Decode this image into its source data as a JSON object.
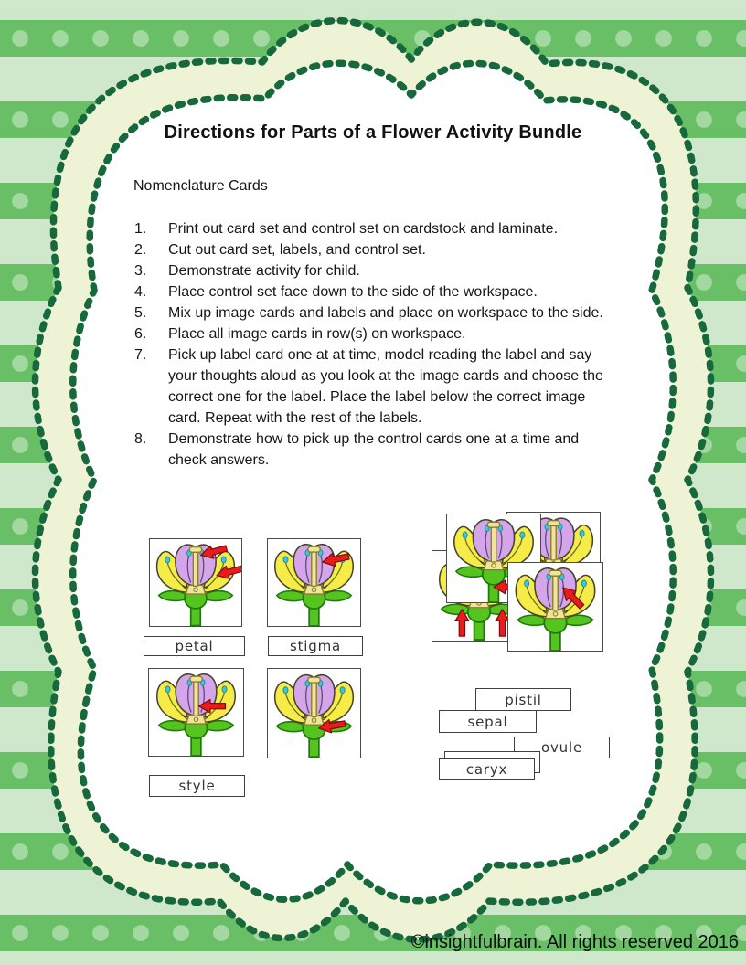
{
  "page": {
    "title": "Directions for Parts of a Flower Activity Bundle",
    "section_heading": "Nomenclature Cards",
    "footer_copyright": "©insightfulbrain. All rights reserved 2016"
  },
  "directions": [
    "Print out card set and control set on cardstock and laminate.",
    "Cut out card set, labels, and control set.",
    "Demonstrate activity for child.",
    "Place control set face down to the side of the workspace.",
    "Mix up image cards and labels and place on workspace to the side.",
    "Place all image cards in row(s) on workspace.",
    "Pick up label card one at at time, model reading the label and say your thoughts aloud as you look at the image cards and choose the correct one for the label. Place the label below the correct image card. Repeat with the rest of the labels.",
    "Demonstrate how to pick up the control cards one at a time and check answers."
  ],
  "image_cards": [
    {
      "label": "petal"
    },
    {
      "label": "stigma"
    },
    {
      "label": "style"
    },
    {
      "label": ""
    }
  ],
  "label_cards": [
    "pistil",
    "sepal",
    "ovule",
    "caryx"
  ],
  "colors": {
    "stripe_green": "#68bf66",
    "stripe_pale": "#cfe7cb",
    "dot_green": "#a3d8a0",
    "frame_band": "#eff3d5",
    "frame_dash": "#17693d",
    "flower_yellow": "#f6ec48",
    "flower_purple": "#d4a5ea",
    "flower_green": "#56c41f",
    "pistil_khaki": "#eee49c",
    "anther_cyan": "#3ec6d6",
    "arrow_red": "#ea1b1b"
  }
}
